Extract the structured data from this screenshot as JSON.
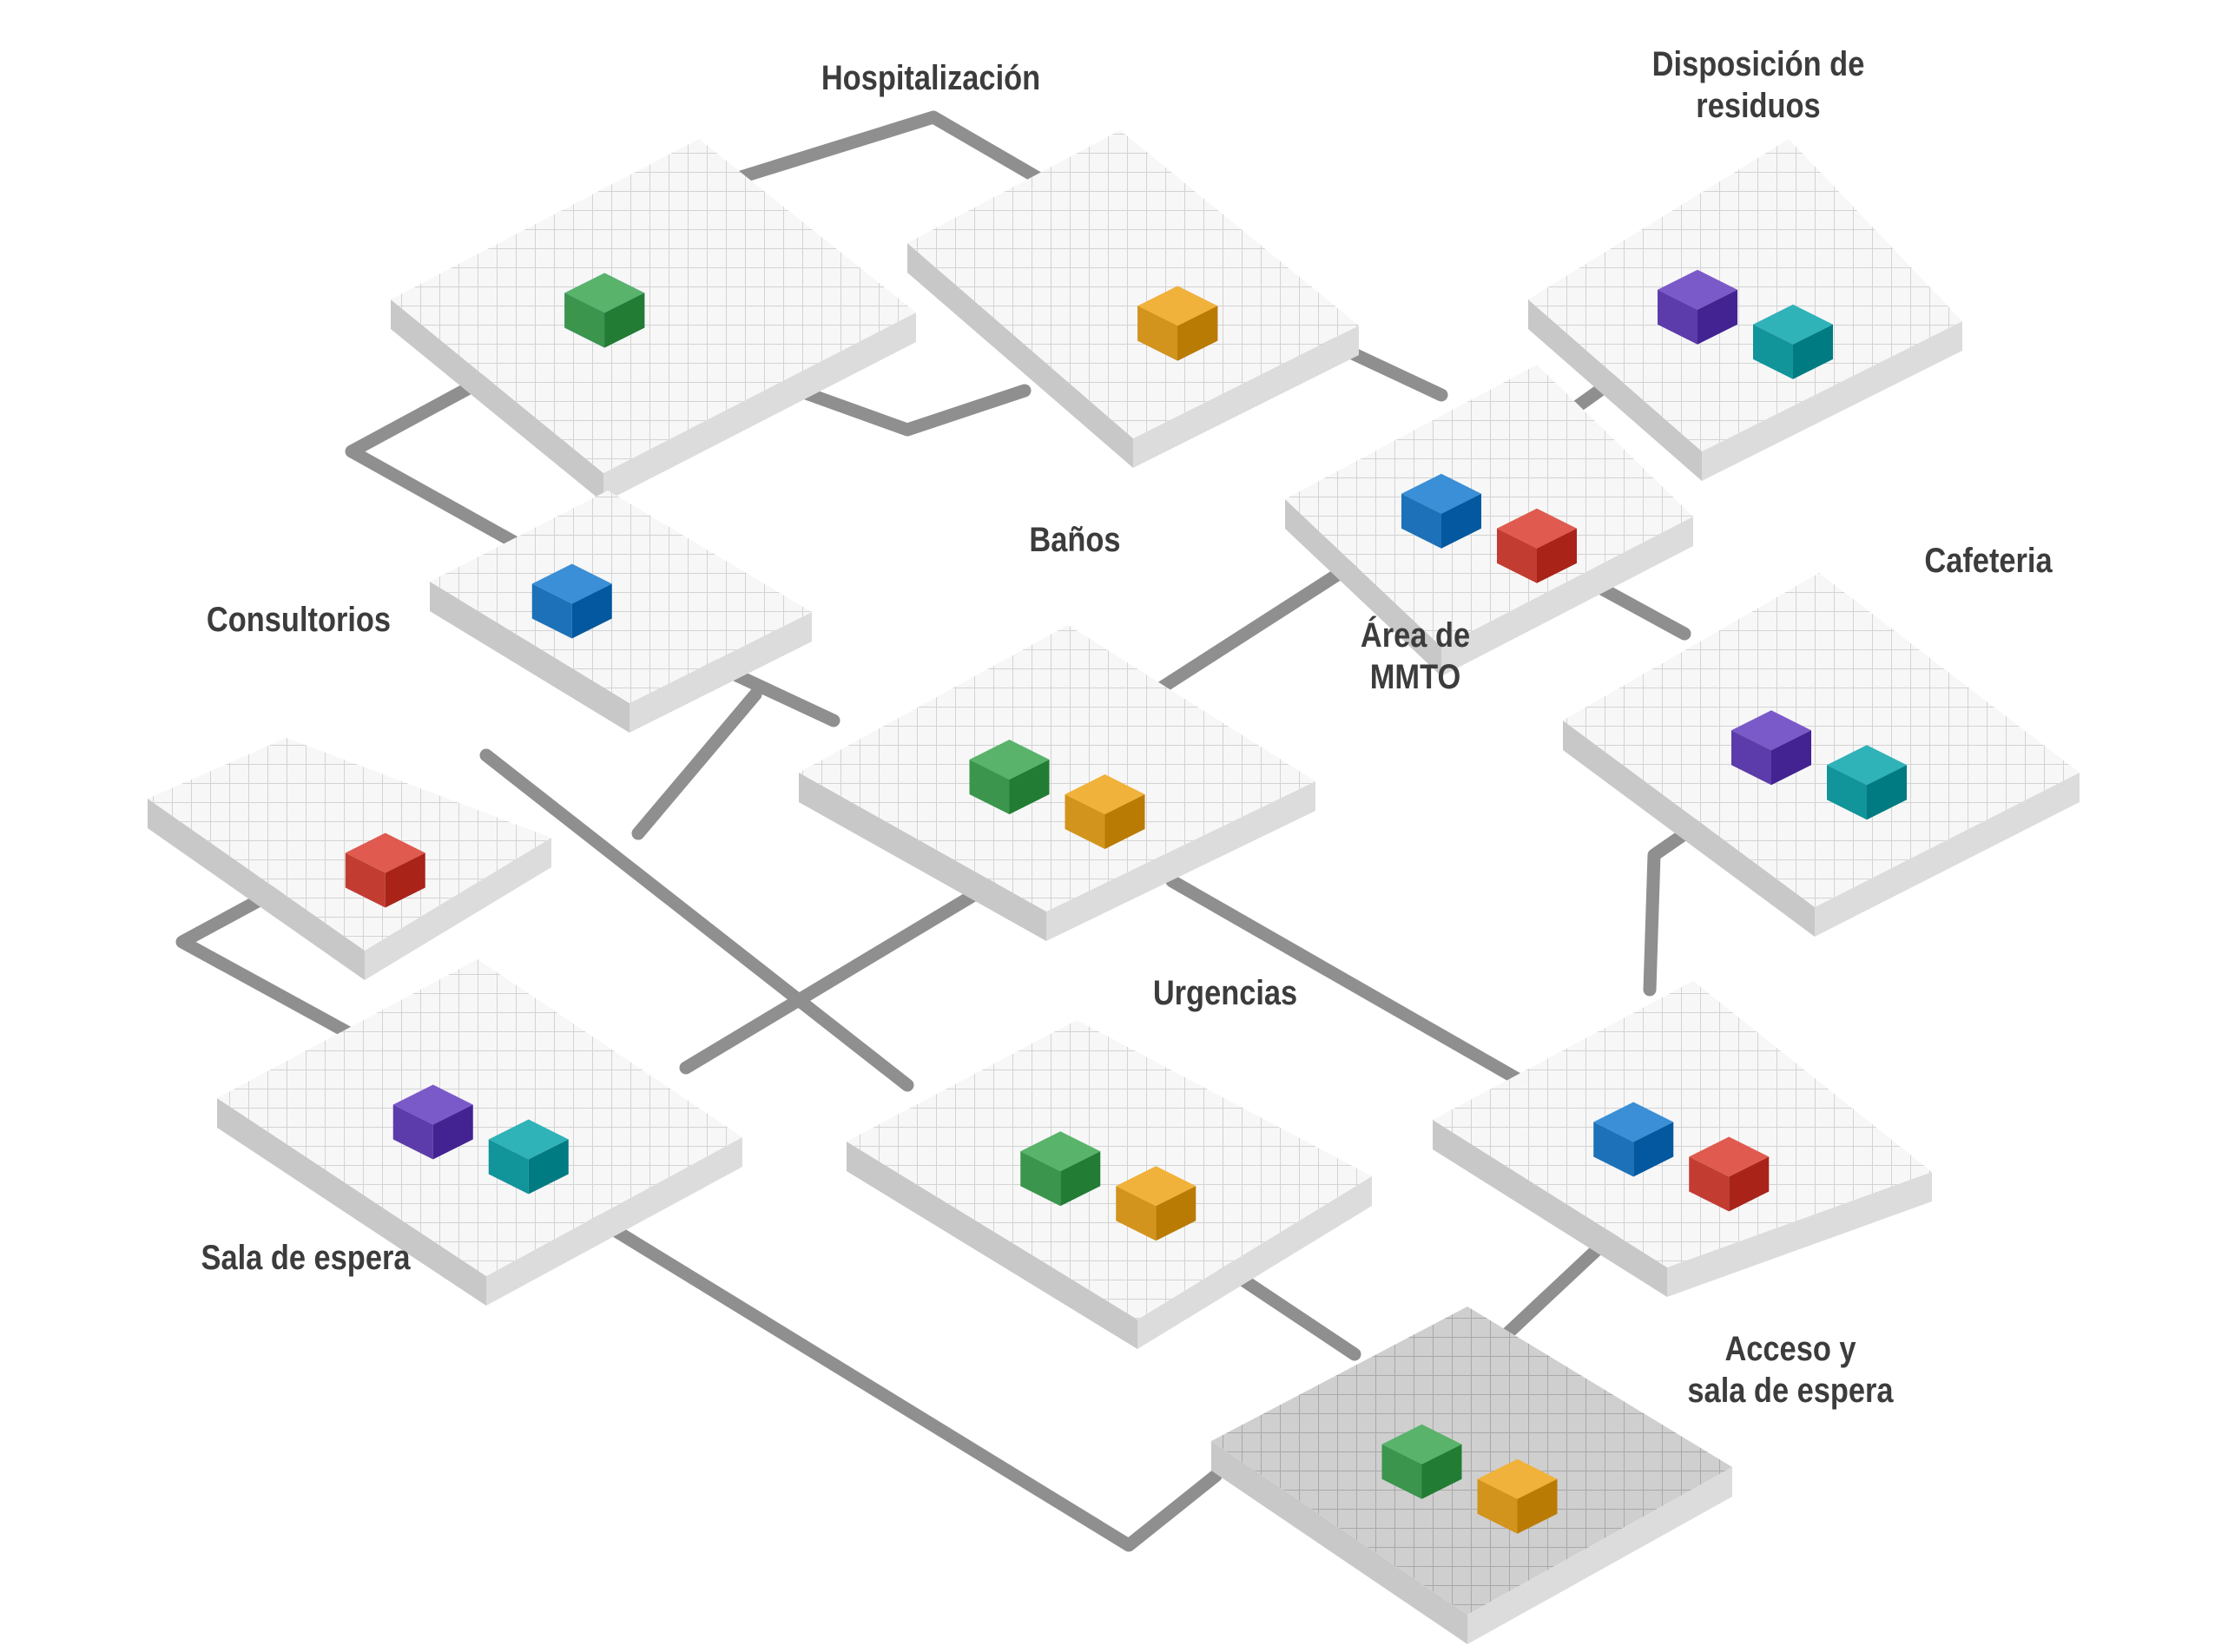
{
  "colors": {
    "connector": "#8f8f8f",
    "tile_top": "#f7f7f7",
    "tile_grid": "#d3d3d3",
    "tile_left": "#c8c8c8",
    "tile_right": "#dcdcdc",
    "tile_top_dark": "#cfcfcf",
    "tile_grid_dark": "#a9a9a9",
    "label_text": "#3c3c3c"
  },
  "areas": {
    "hospitalizacion": {
      "label": "Hospitalización"
    },
    "disposicion": {
      "label_line1": "Disposición de",
      "label_line2": "residuos"
    },
    "banos": {
      "label": "Baños"
    },
    "mmto": {
      "label_line1": "Área de",
      "label_line2": "MMTO"
    },
    "cafeteria": {
      "label": "Cafeteria"
    },
    "consultorios": {
      "label": "Consultorios"
    },
    "urgencias": {
      "label": "Urgencias"
    },
    "sala_espera": {
      "label": "Sala de espera"
    },
    "acceso": {
      "label_line1": "Acceso y",
      "label_line2": "sala de espera"
    }
  },
  "scene_items": [
    {
      "area": "hospitalizacion",
      "name": "hospital-bed-icon"
    },
    {
      "area": "hospitalizacion",
      "name": "iv-stand-icon"
    },
    {
      "area": "hospitalizacion",
      "name": "doctor-figure-icon"
    },
    {
      "area": "hospitalizacion",
      "name": "monitor-cart-icon"
    },
    {
      "area": "disposicion",
      "name": "waste-bin-icon"
    },
    {
      "area": "disposicion",
      "name": "waste-container-icon"
    },
    {
      "area": "mmto",
      "name": "cleaning-cart-icon"
    },
    {
      "area": "mmto",
      "name": "wet-floor-sign-icon"
    },
    {
      "area": "banos",
      "name": "toilet-cubicle-icon"
    },
    {
      "area": "banos",
      "name": "restroom-sign-icon"
    },
    {
      "area": "cafeteria",
      "name": "food-counter-icon"
    },
    {
      "area": "cafeteria",
      "name": "dining-table-icon"
    },
    {
      "area": "consultorios",
      "name": "mri-scanner-icon"
    },
    {
      "area": "consultorios",
      "name": "office-desk-icon"
    },
    {
      "area": "urgencias",
      "name": "stretcher-icon"
    },
    {
      "area": "urgencias",
      "name": "nurse-figure-icon"
    },
    {
      "area": "sala_espera",
      "name": "reception-desk-icon"
    },
    {
      "area": "sala_espera",
      "name": "waiting-bench-icon"
    },
    {
      "area": "nurse_station",
      "name": "nurse-station-icon"
    },
    {
      "area": "nurse_station",
      "name": "chair-rows-icon"
    },
    {
      "area": "acceso",
      "name": "ambulance-icon"
    },
    {
      "area": "acceso",
      "name": "paramedic-stretcher-icon"
    }
  ]
}
